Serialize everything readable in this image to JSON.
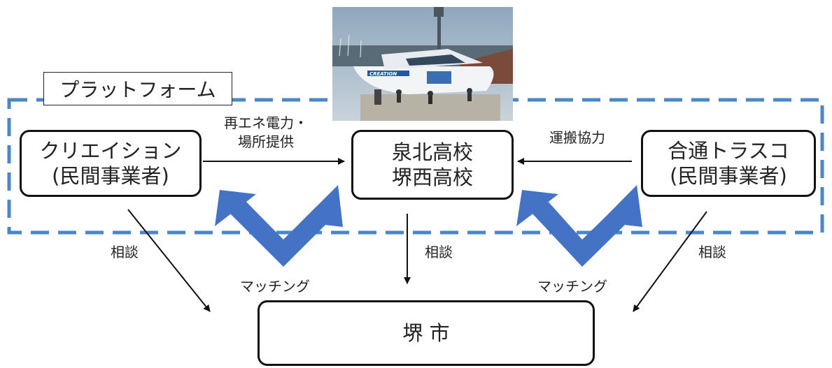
{
  "platform": {
    "label": "プラットフォーム"
  },
  "nodes": {
    "creation": {
      "line1": "クリエイション",
      "line2": "(民間事業者)"
    },
    "schools": {
      "line1": "泉北高校",
      "line2": "堺西高校"
    },
    "godo": {
      "line1": "合通トラスコ",
      "line2": "(民間事業者)"
    },
    "city": {
      "label": "堺 市"
    }
  },
  "edges": {
    "creation_to_schools": {
      "line1": "再エネ電力・",
      "line2": "場所提供"
    },
    "godo_to_schools": {
      "label": "運搬協力"
    },
    "creation_to_city": {
      "label": "相談"
    },
    "schools_to_city": {
      "label": "相談"
    },
    "godo_to_city": {
      "label": "相談"
    },
    "matching_left": {
      "label": "マッチング"
    },
    "matching_right": {
      "label": "マッチング"
    }
  },
  "photo": {
    "banner_text": "CREATION"
  },
  "colors": {
    "platform_border": "#4a86c8",
    "matching_arrow": "#4472c4",
    "edge": "#111111"
  }
}
